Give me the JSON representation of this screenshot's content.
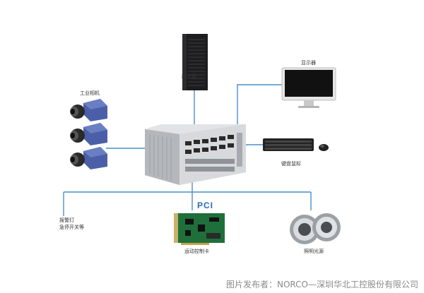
{
  "labels": {
    "server": "服务器",
    "monitor": "显示器",
    "cameras": "工业相机",
    "keyboard_mouse": "键盘鼠标",
    "pci": "PCI",
    "alarm_line1": "报警灯",
    "alarm_line2": "急停开关等",
    "motion_card": "运动控制卡",
    "light_source": "照明光源"
  },
  "caption": "图片发布者：NORCO—深圳华北工控股份有限公司",
  "colors": {
    "line": "#4a8fc9",
    "pci_text": "#2a6bb3"
  }
}
